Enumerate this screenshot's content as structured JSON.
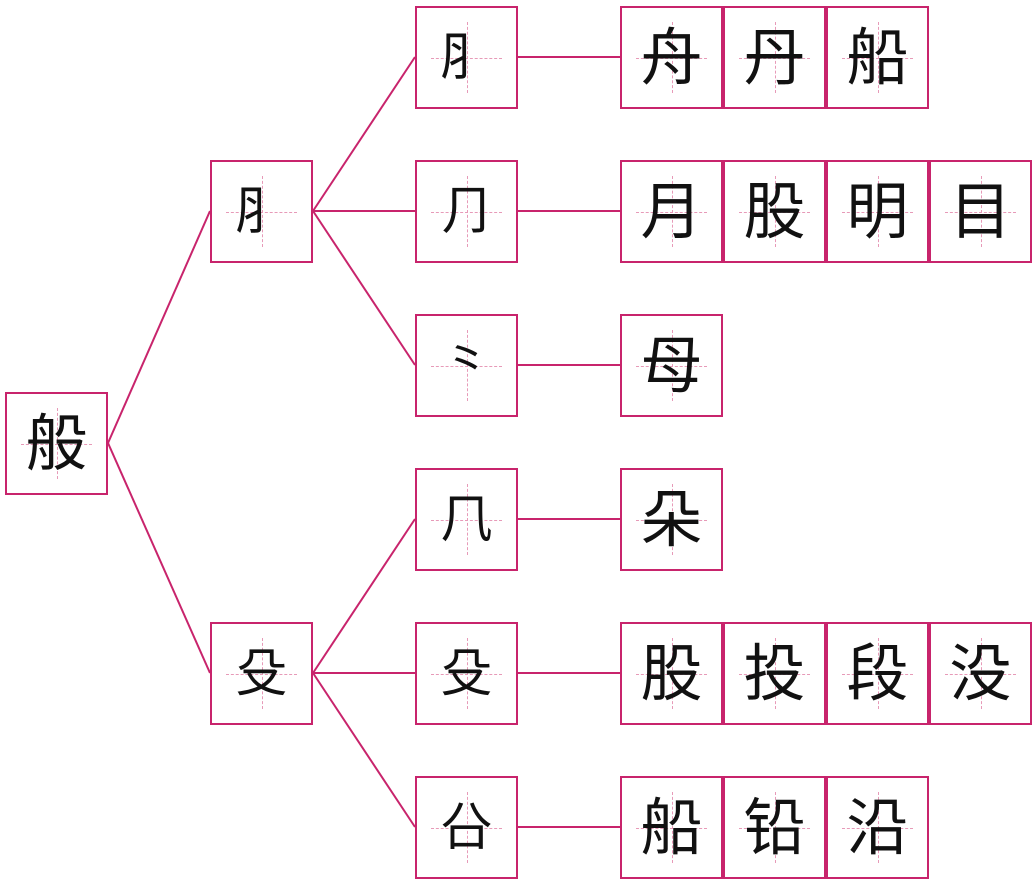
{
  "colors": {
    "frame": "#c8246c",
    "guide": "#e79ab8",
    "ink": "#111111"
  },
  "root": "般",
  "branches": [
    {
      "component": "⺼",
      "subs": [
        {
          "component": "⺼",
          "examples": [
            "舟",
            "丹",
            "船"
          ]
        },
        {
          "component": "⺆",
          "examples": [
            "月",
            "股",
            "明",
            "目"
          ]
        },
        {
          "component": "⺀",
          "examples": [
            "母"
          ]
        }
      ]
    },
    {
      "component": "殳",
      "subs": [
        {
          "component": "⺇",
          "examples": [
            "朵"
          ]
        },
        {
          "component": "殳",
          "examples": [
            "股",
            "投",
            "段",
            "没"
          ]
        },
        {
          "component": "㕣",
          "examples": [
            "船",
            "铅",
            "沿"
          ]
        }
      ]
    }
  ]
}
